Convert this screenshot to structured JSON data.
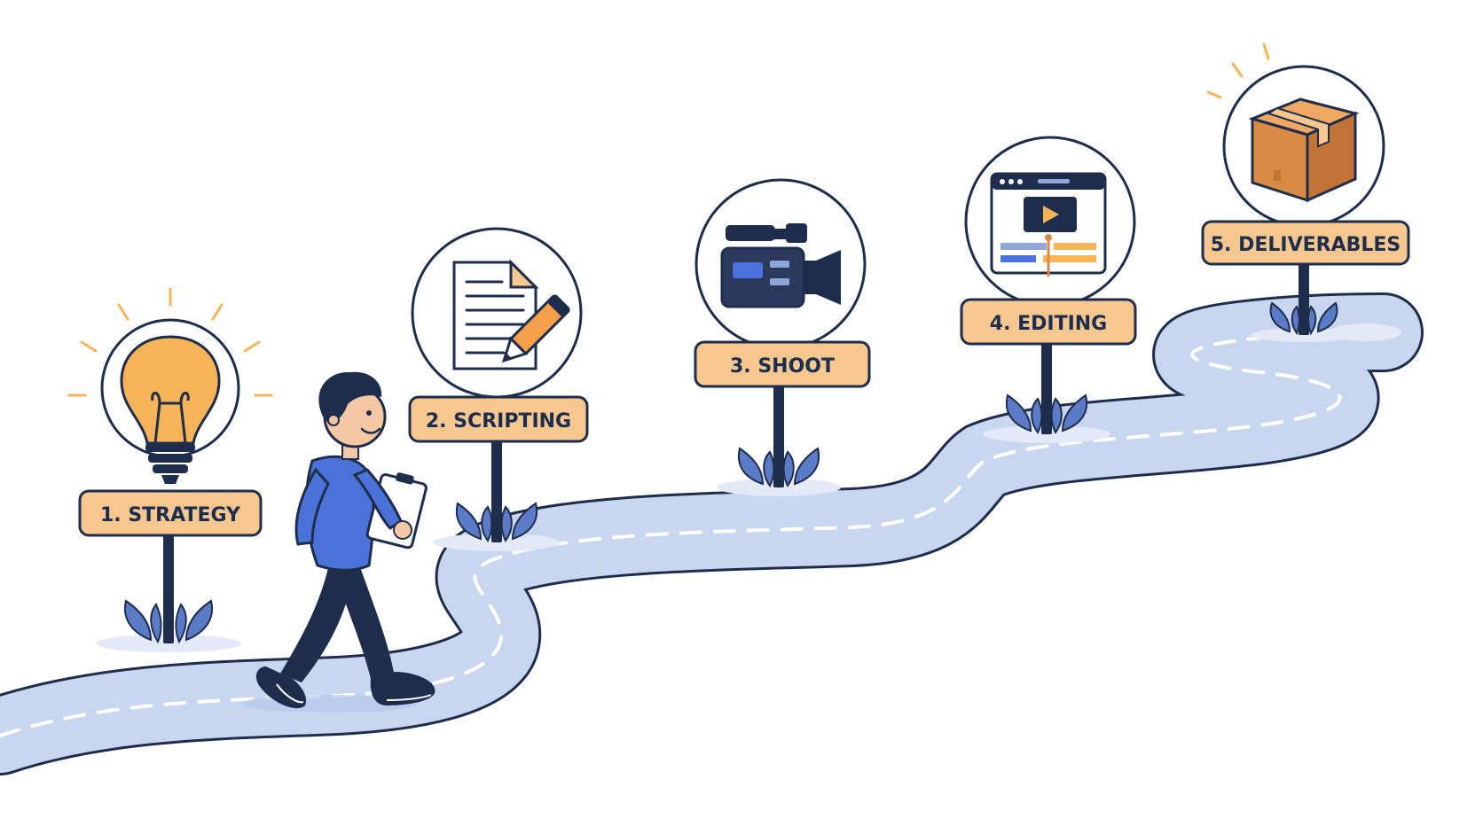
{
  "diagram": {
    "steps": [
      {
        "id": "strategy",
        "label": "1. STRATEGY",
        "icon": "lightbulb-icon"
      },
      {
        "id": "scripting",
        "label": "2. SCRIPTING",
        "icon": "document-pencil-icon"
      },
      {
        "id": "shoot",
        "label": "3. SHOOT",
        "icon": "video-camera-icon"
      },
      {
        "id": "editing",
        "label": "4. EDITING",
        "icon": "video-editor-icon"
      },
      {
        "id": "deliverables",
        "label": "5. DELIVERABLES",
        "icon": "package-box-icon"
      }
    ],
    "character": {
      "icon": "walking-person-with-clipboard-icon"
    }
  },
  "colors": {
    "navy": "#1f2d4d",
    "road": "#c8d6f0",
    "road_edge": "#1f2d4d",
    "sign": "#f6c78f",
    "bulb": "#f7b458",
    "box": "#d98a45",
    "accent_blue": "#4b72d8",
    "plant": "#5b7bc7",
    "shadow": "#e3e9f6"
  }
}
